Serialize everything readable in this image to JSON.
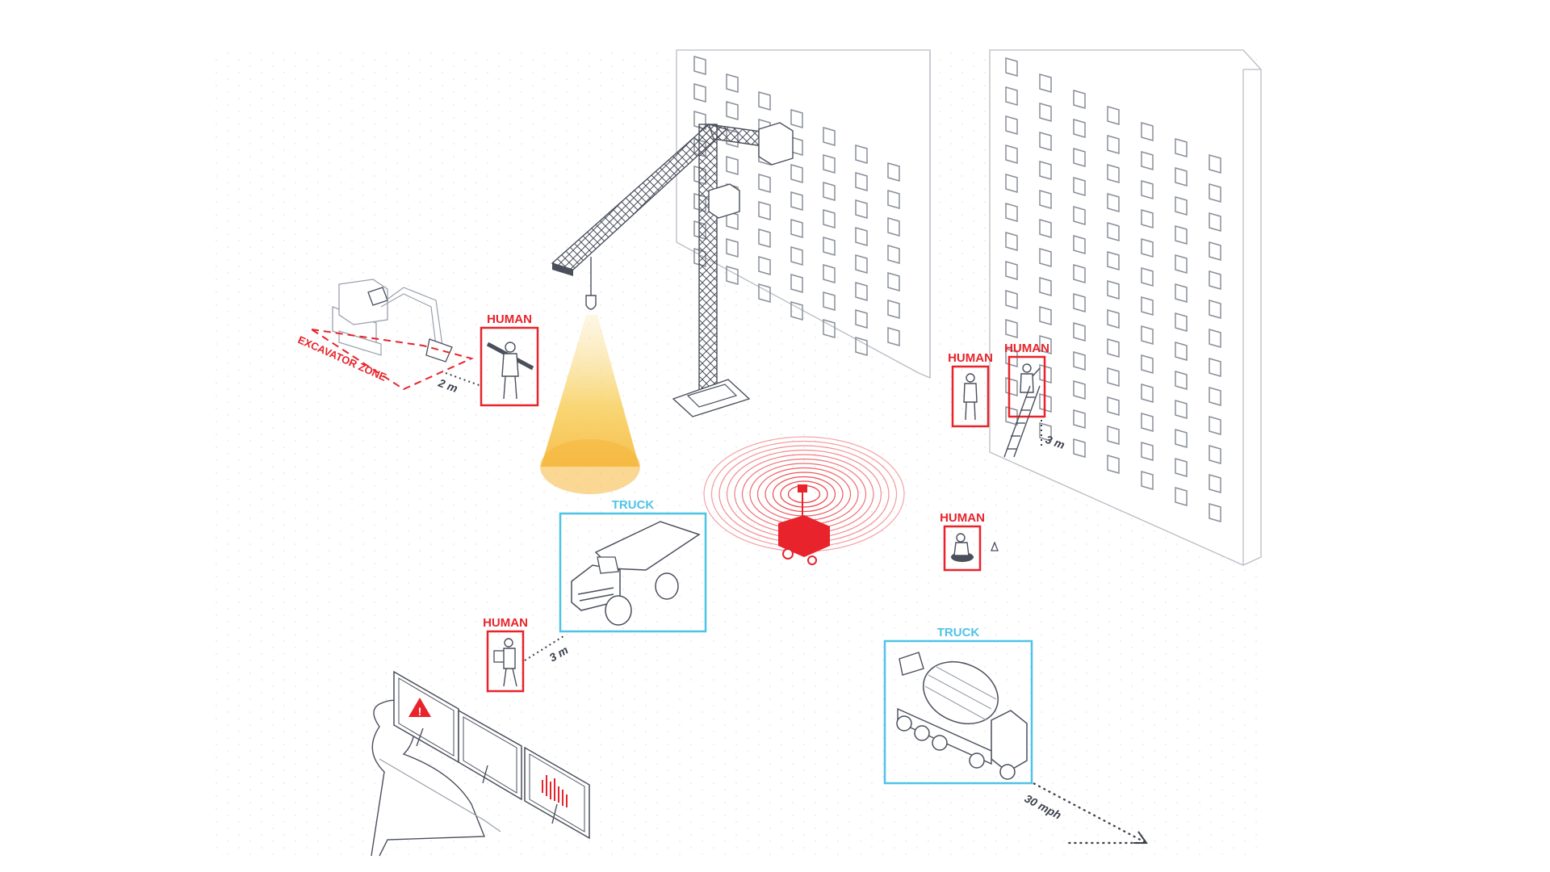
{
  "labels": {
    "human_1": "HUMAN",
    "human_2": "HUMAN",
    "human_3": "HUMAN",
    "human_4": "HUMAN",
    "human_5": "HUMAN",
    "truck_1": "TRUCK",
    "truck_2": "TRUCK",
    "excavator_zone": "EXCAVATOR ZONE"
  },
  "measurements": {
    "excavator_distance": "2 m",
    "ladder_height": "3 m",
    "truck_distance": "3 m",
    "mixer_speed": "30 mph"
  },
  "colors": {
    "alert_red": "#e8232b",
    "detect_blue": "#4fc3e6",
    "line_gray": "#4a4f5c",
    "light_yellow": "#f7c948"
  },
  "icons": [
    "warning-icon",
    "bar-chart-icon",
    "sensor-icon"
  ]
}
